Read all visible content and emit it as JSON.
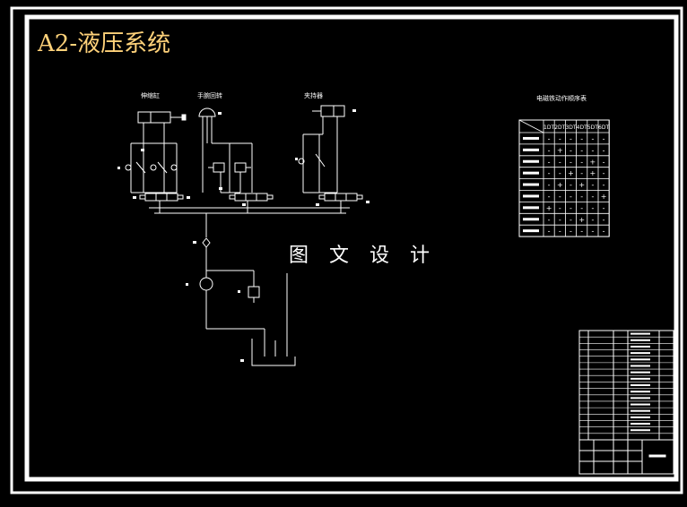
{
  "title": "A2-液压系统",
  "watermark": "图 文 设 计",
  "labels": {
    "cylinder_a": "伸缩缸",
    "circuit_b": "手腕回转",
    "cylinder_c": "夹持器",
    "table_title": "电磁铁动作顺序表"
  },
  "sequence_table": {
    "columns": [
      "1DT",
      "2DT",
      "3DT",
      "4DT",
      "5DT",
      "6DT"
    ],
    "rows": [
      [
        "-",
        "-",
        "-",
        "-",
        "-",
        "-"
      ],
      [
        "-",
        "+",
        "-",
        "-",
        "-",
        "-"
      ],
      [
        "-",
        "-",
        "-",
        "-",
        "+",
        "-"
      ],
      [
        "-",
        "-",
        "+",
        "-",
        "+",
        "-"
      ],
      [
        "-",
        "+",
        "-",
        "+",
        "-",
        "-"
      ],
      [
        "-",
        "-",
        "-",
        "-",
        "-",
        "+"
      ],
      [
        "+",
        "-",
        "-",
        "-",
        "-",
        "-"
      ],
      [
        "-",
        "-",
        "-",
        "+",
        "-",
        "-"
      ],
      [
        "-",
        "-",
        "-",
        "-",
        "-",
        "-"
      ]
    ]
  },
  "colors": {
    "background": "#000000",
    "frame": "#ffffff",
    "line": "#ffffff",
    "title": "#ffd27a"
  }
}
